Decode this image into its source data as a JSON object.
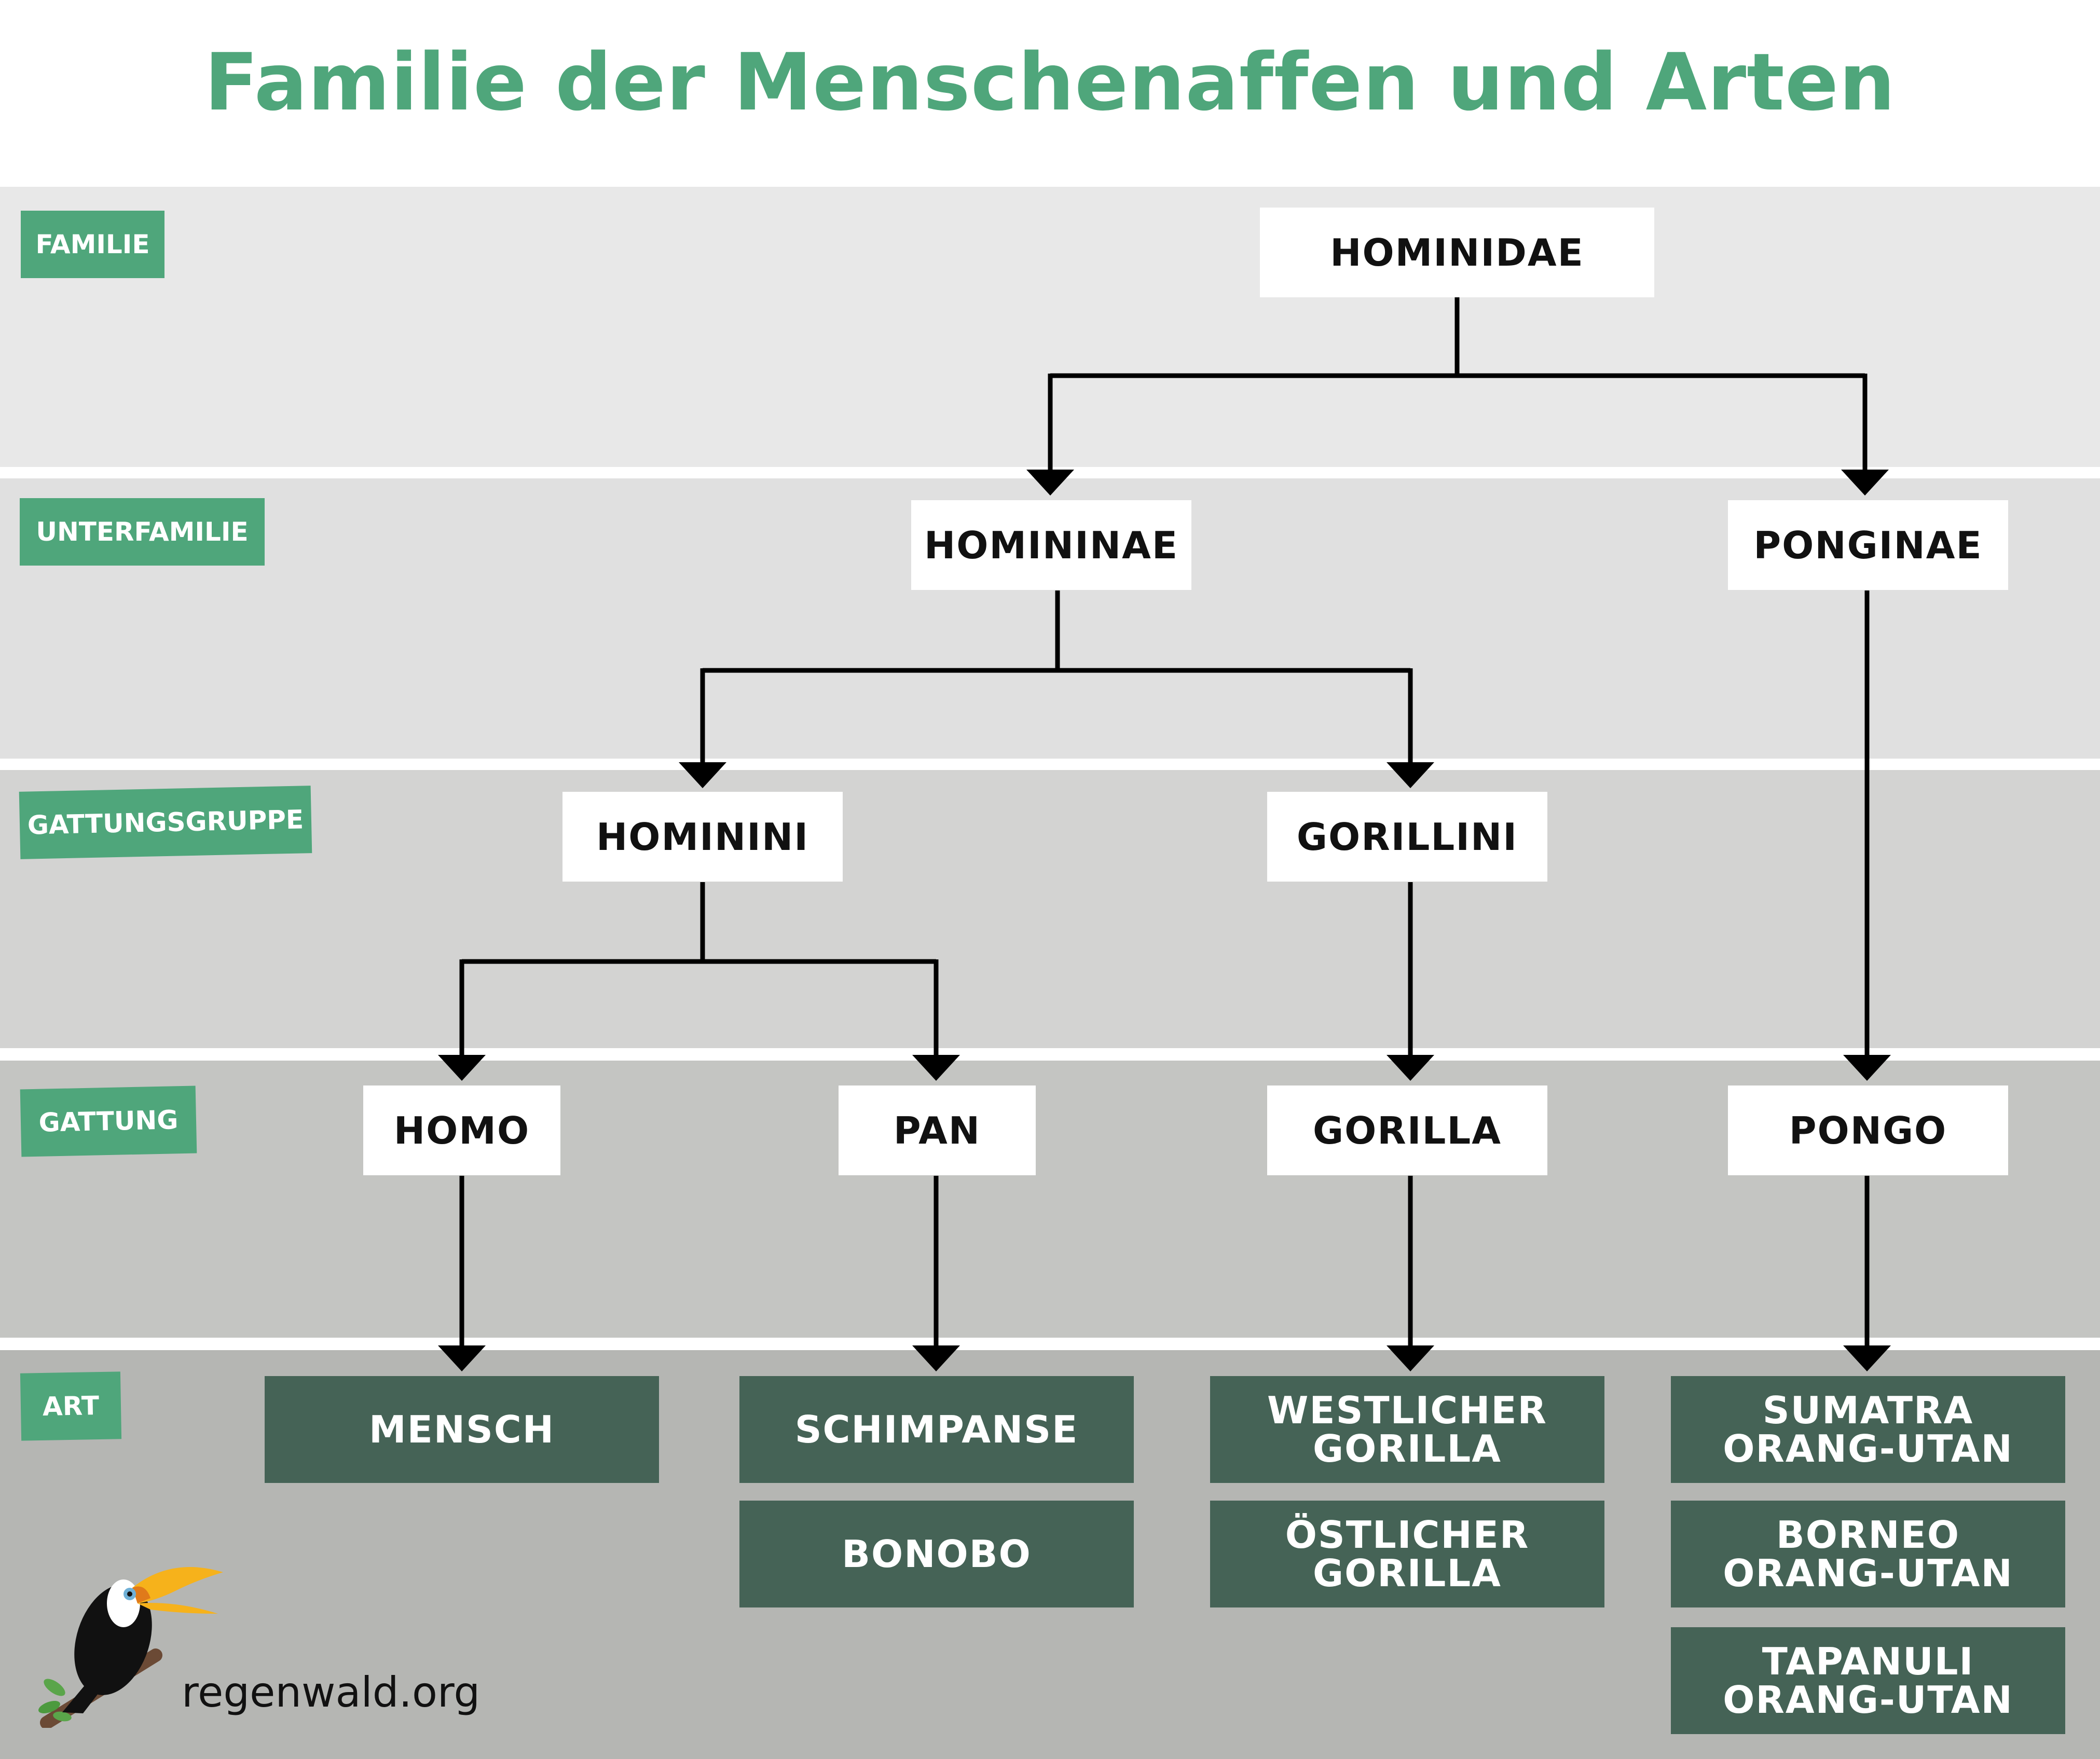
{
  "title": "Familie der Menschenaffen und Arten",
  "ranks": {
    "familie": "FAMILIE",
    "unterfamilie": "UNTERFAMILIE",
    "gattungsgruppe": "GATTUNGSGRUPPE",
    "gattung": "GATTUNG",
    "art": "ART"
  },
  "nodes": {
    "hominidae": "HOMINIDAE",
    "homininae": "HOMININAE",
    "ponginae": "PONGINAE",
    "hominini": "HOMININI",
    "gorillini": "GORILLINI",
    "homo": "HOMO",
    "pan": "PAN",
    "gorilla": "GORILLA",
    "pongo": "PONGO"
  },
  "species": {
    "mensch": "MENSCH",
    "schimpanse": "SCHIMPANSE",
    "bonobo": "BONOBO",
    "westlicher_gorilla": "WESTLICHER\nGORILLA",
    "oestlicher_gorilla": "ÖSTLICHER\nGORILLA",
    "sumatra_orang_utan": "SUMATRA\nORANG-UTAN",
    "borneo_orang_utan": "BORNEO\nORANG-UTAN",
    "tapanuli_orang_utan": "TAPANULI\nORANG-UTAN"
  },
  "logo": {
    "brand": "regenwald.org",
    "icon": "toucan-icon"
  },
  "colors": {
    "accent_green": "#4fa67b",
    "species_box": "#456356",
    "band_familie": "#e8e8e8",
    "band_unterfamilie": "#e0e0e0",
    "band_gattungsgruppe": "#d3d3d2",
    "band_gattung": "#c4c5c2",
    "band_art": "#b5b6b3"
  }
}
